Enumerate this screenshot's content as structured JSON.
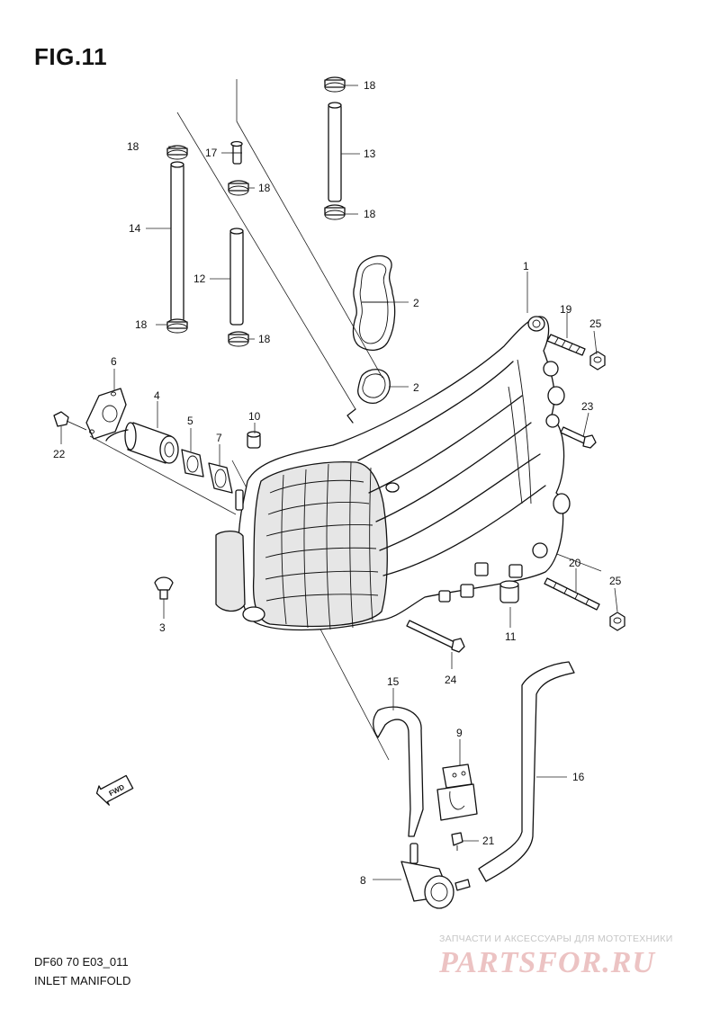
{
  "figure": {
    "title": "FIG.11",
    "code": "DF60 70 E03_011",
    "name": "INLET MANIFOLD"
  },
  "direction_marker": {
    "label": "FWD",
    "icon": "fwd-arrow-icon"
  },
  "callouts": [
    "1",
    "2",
    "2",
    "3",
    "4",
    "5",
    "6",
    "7",
    "8",
    "9",
    "10",
    "11",
    "12",
    "13",
    "14",
    "15",
    "16",
    "17",
    "18",
    "18",
    "18",
    "18",
    "18",
    "18",
    "19",
    "20",
    "21",
    "22",
    "23",
    "24",
    "25",
    "25"
  ],
  "watermark": {
    "caption": "ЗАПЧАСТИ И АКСЕССУАРЫ ДЛЯ МОТОТЕХНИКИ",
    "brand": "PARTSFOR.RU"
  },
  "colors": {
    "ink": "#111111",
    "watermark_text": "#c5c5c5",
    "watermark_brand": "#ecc3c3"
  }
}
